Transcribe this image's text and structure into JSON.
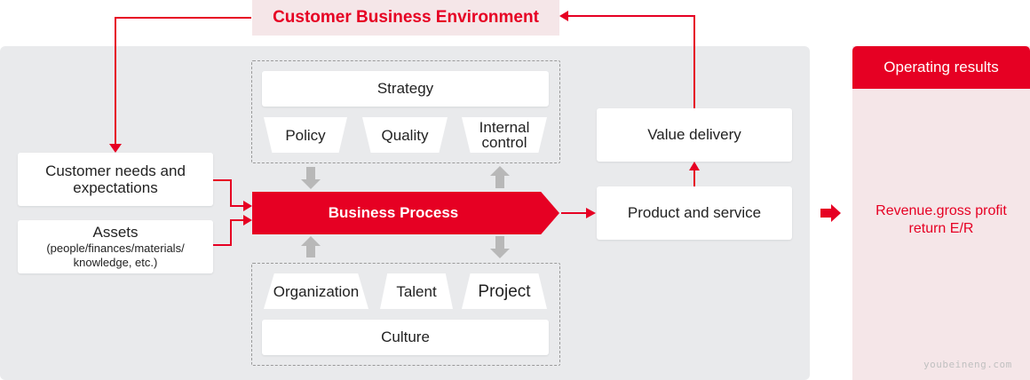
{
  "header": {
    "environment": "Customer Business Environment"
  },
  "inputs": {
    "customer_needs": "Customer needs and expectations",
    "assets_title": "Assets",
    "assets_detail": "(people/finances/materials/ knowledge, etc.)"
  },
  "top_group": {
    "strategy": "Strategy",
    "policy": "Policy",
    "quality": "Quality",
    "internal_control": "Internal control"
  },
  "process": {
    "label": "Business Process"
  },
  "bottom_group": {
    "organization": "Organization",
    "talent": "Talent",
    "project": "Project",
    "culture": "Culture"
  },
  "outputs": {
    "product": "Product and service",
    "value": "Value delivery"
  },
  "results": {
    "title": "Operating results",
    "text": "Revenue.gross profit return E/R"
  },
  "watermark": "youbeineng.com",
  "colors": {
    "accent": "#e60023",
    "panel": "#e9eaec",
    "pink": "#f5e6e8",
    "gray_arrow": "#b8b8b8"
  }
}
